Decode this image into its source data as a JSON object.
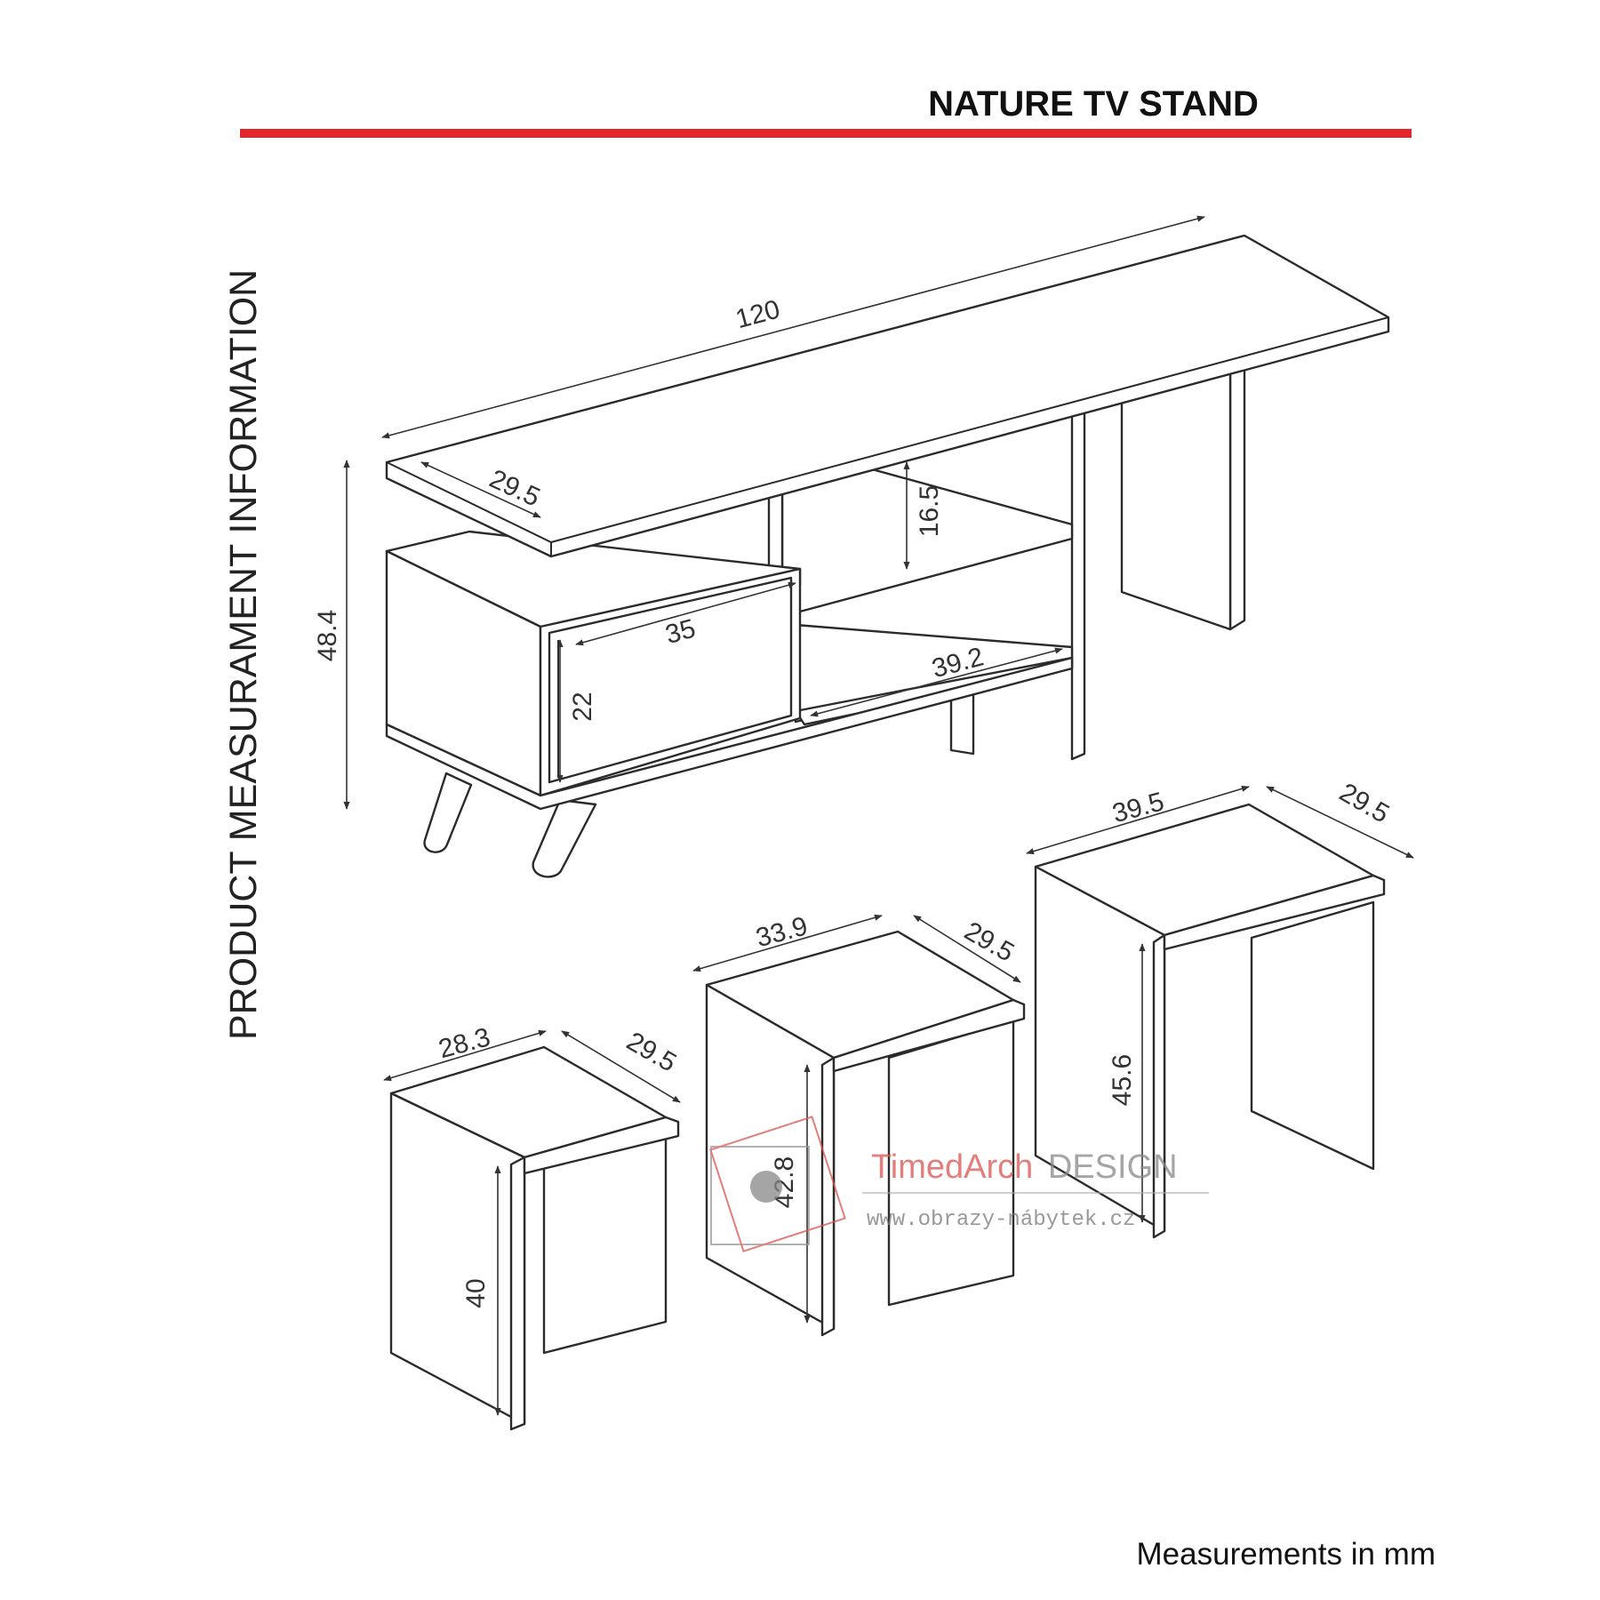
{
  "title": "NATURE TV STAND",
  "side_label": "PRODUCT MEASURAMENT INFORMATION",
  "footer_note": "Measurements in mm",
  "accent_color": "#e3262b",
  "tv_stand": {
    "width": "120",
    "depth": "29.5",
    "height": "48.4",
    "shelf_height": "16.5",
    "drawer_width": "35",
    "drawer_height": "22",
    "shelf_width": "39.2"
  },
  "tables": [
    {
      "width": "28.3",
      "depth": "29.5",
      "height": "40"
    },
    {
      "width": "33.9",
      "depth": "29.5",
      "height": "42.8"
    },
    {
      "width": "39.5",
      "depth": "29.5",
      "height": "45.6"
    }
  ],
  "watermark": {
    "brand_part1": "TimedArch",
    "brand_part2": "DESIGN",
    "url": "www.obrazy-nábytek.cz",
    "brand_color": "#d9534f",
    "logo_icon": "frame-logo-icon"
  }
}
